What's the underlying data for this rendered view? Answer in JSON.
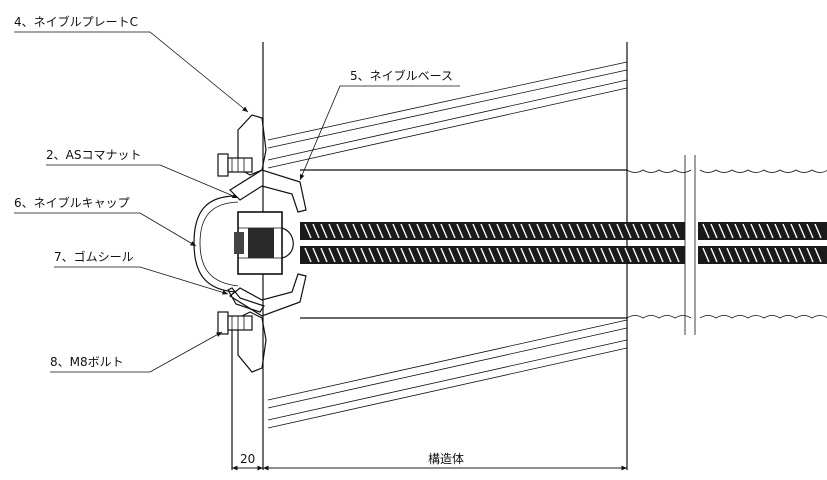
{
  "labels": {
    "plate": "4、ネイブルプレートC",
    "base": "5、ネイブルベース",
    "nut": "2、ASコマナット",
    "cap": "6、ネイブルキャップ",
    "seal": "7、ゴムシール",
    "bolt": "8、M8ボルト"
  },
  "dimensions": {
    "offset": "20",
    "structure": "構造体"
  }
}
